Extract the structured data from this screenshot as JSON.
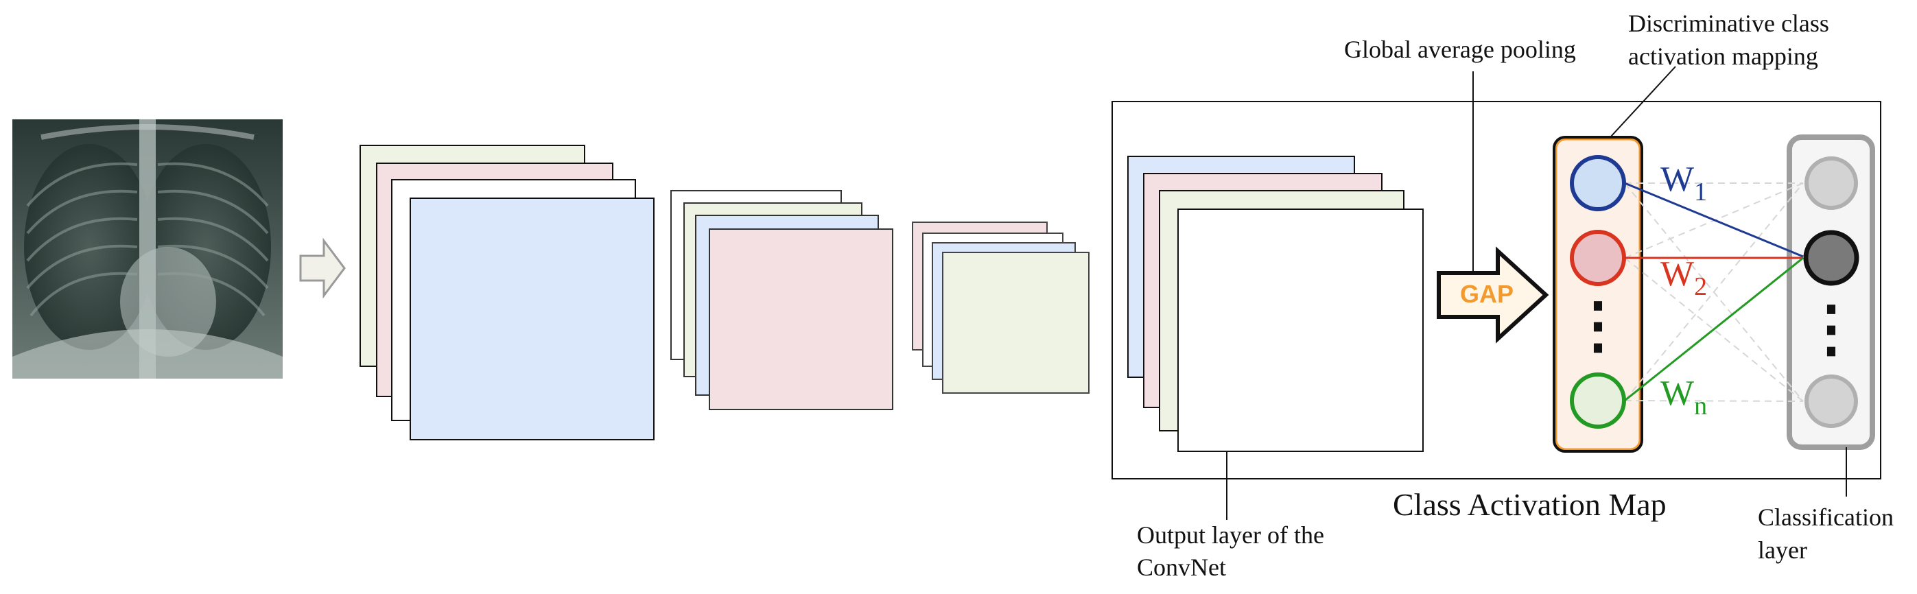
{
  "labels": {
    "gap_label": "Global average pooling",
    "dcam_label_line1": "Discriminative class",
    "dcam_label_line2": "activation mapping",
    "cam_title": "Class Activation Map",
    "output_layer_line1": "Output layer of the",
    "output_layer_line2": "ConvNet",
    "classification_line1": "Classification",
    "classification_line2": "layer",
    "gap_arrow_text": "GAP",
    "vdots": "⋮"
  },
  "weights": [
    {
      "base": "W",
      "sub": "1",
      "color": "#1f3a93"
    },
    {
      "base": "W",
      "sub": "2",
      "color": "#d9341f"
    },
    {
      "base": "W",
      "sub": "n",
      "color": "#239a23"
    }
  ],
  "colors": {
    "light_blue": "#dbe8fb",
    "light_pink": "#f4dfe3",
    "light_green": "#eef3e3",
    "gap_orange": "#f39a2f",
    "node_blue": "#1f3a93",
    "node_red": "#d9341f",
    "node_green": "#239a23",
    "output_node": "#7a7a7a"
  },
  "icons": {
    "xray": "chest-xray-image",
    "arrow": "right-arrow-icon"
  }
}
